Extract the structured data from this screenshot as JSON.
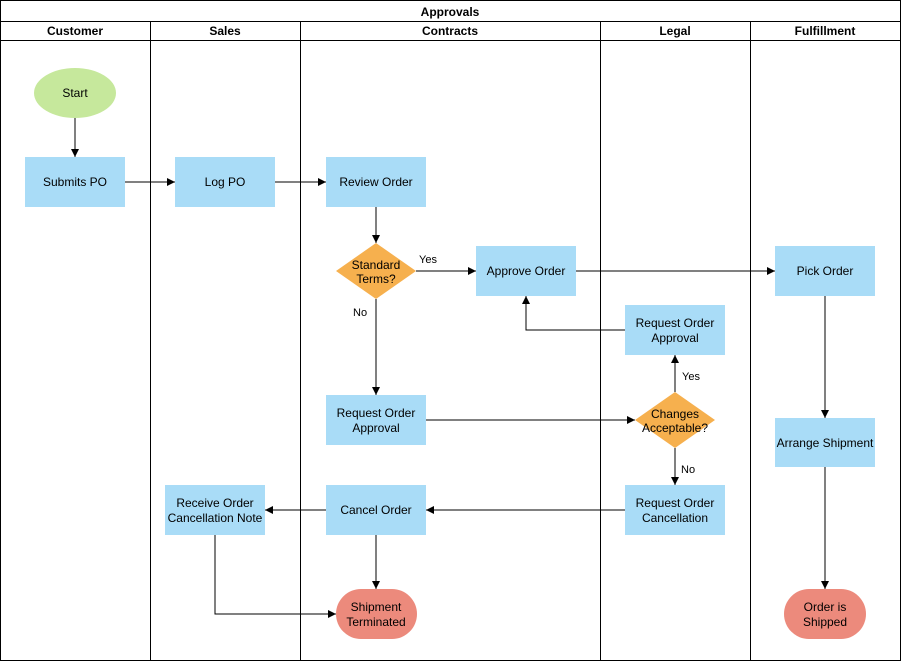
{
  "title": "Approvals",
  "lanes": [
    "Customer",
    "Sales",
    "Contracts",
    "Legal",
    "Fulfillment"
  ],
  "nodes": {
    "start": [
      "Start"
    ],
    "submits_po": [
      "Submits PO"
    ],
    "log_po": [
      "Log PO"
    ],
    "review_order": [
      "Review Order"
    ],
    "standard_terms": [
      "Standard",
      "Terms?"
    ],
    "approve_order": [
      "Approve Order"
    ],
    "pick_order": [
      "Pick Order"
    ],
    "legal_request_approval": [
      "Request Order",
      "Approval"
    ],
    "contracts_request_approval": [
      "Request Order",
      "Approval"
    ],
    "changes_acceptable": [
      "Changes",
      "Acceptable?"
    ],
    "arrange_shipment": [
      "Arrange Shipment"
    ],
    "receive_cancellation": [
      "Receive Order",
      "Cancellation Note"
    ],
    "cancel_order": [
      "Cancel Order"
    ],
    "request_cancellation": [
      "Request Order",
      "Cancellation"
    ],
    "shipment_terminated": [
      "Shipment",
      "Terminated"
    ],
    "order_shipped": [
      "Order is",
      "Shipped"
    ]
  },
  "edge_labels": {
    "terms_yes": "Yes",
    "terms_no": "No",
    "changes_yes": "Yes",
    "changes_no": "No"
  },
  "colors": {
    "process": "#a9dcf7",
    "decision": "#f6b04e",
    "start": "#c6e89c",
    "terminal": "#ec8a7c"
  }
}
